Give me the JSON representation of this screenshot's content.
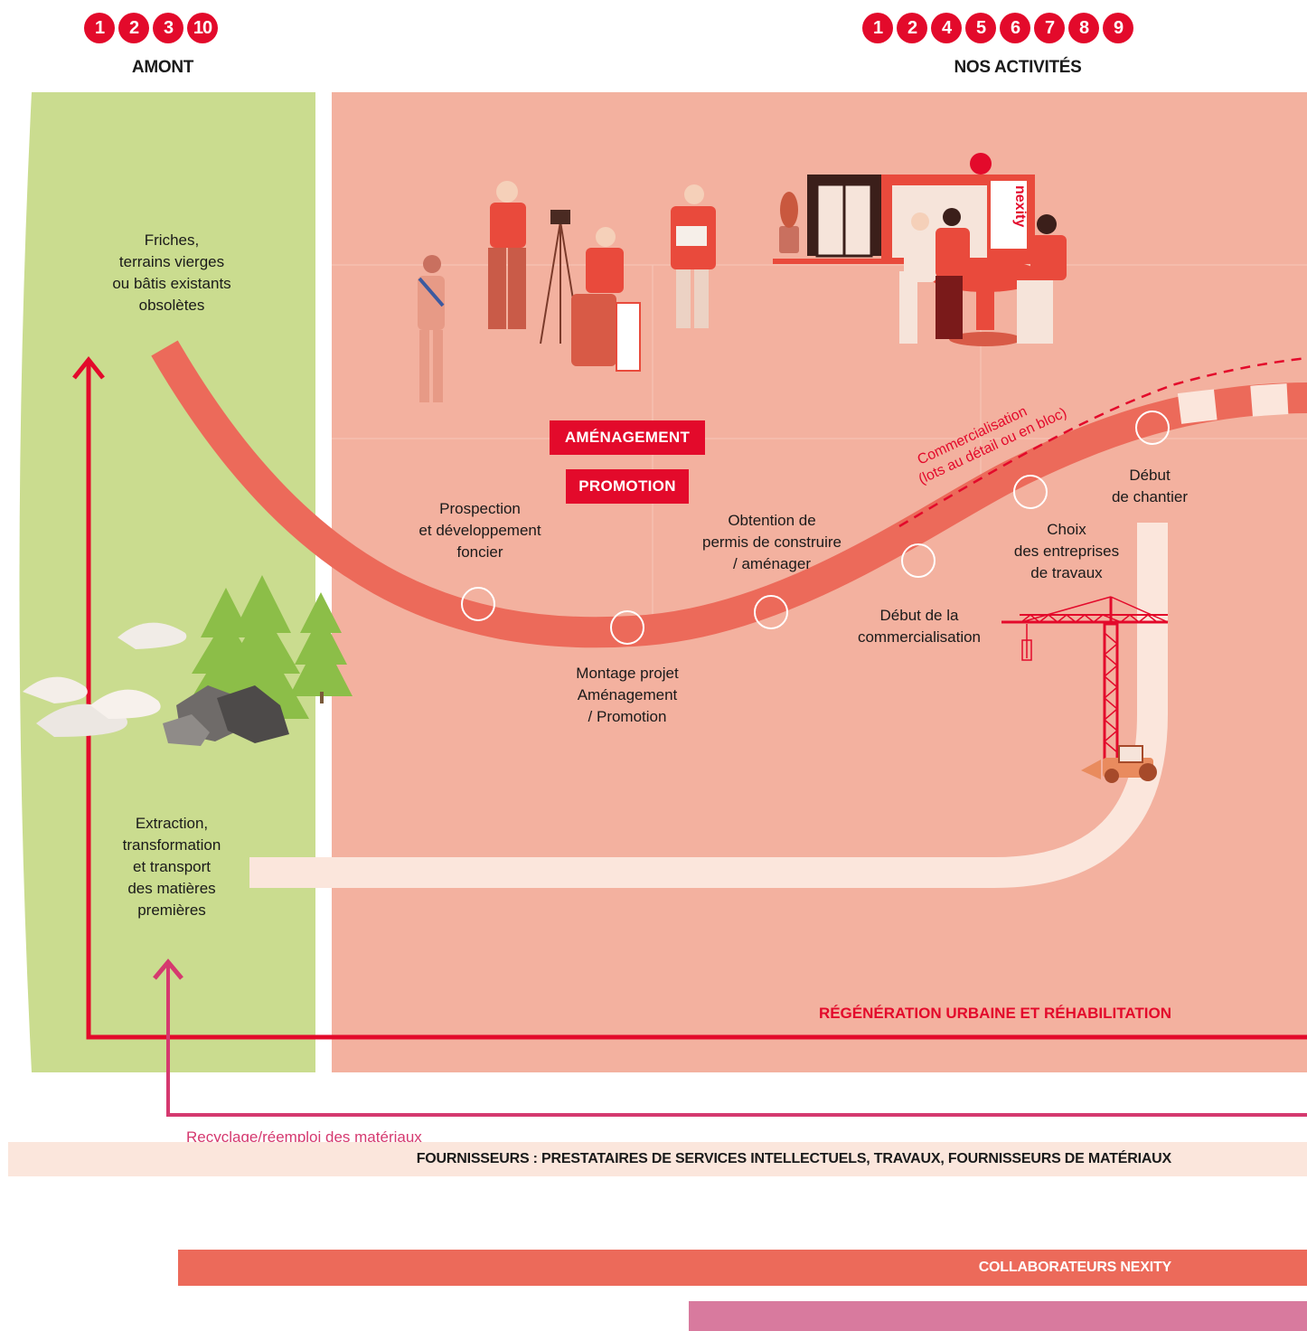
{
  "amont": {
    "badges": [
      "1",
      "2",
      "3",
      "10"
    ],
    "title": "AMONT",
    "label_friches": [
      "Friches,",
      "terrains vierges",
      "ou bâtis existants",
      "obsolètes"
    ],
    "label_extraction": [
      "Extraction,",
      "transformation",
      "et transport",
      "des matières",
      "premières"
    ]
  },
  "activites": {
    "badges": [
      "1",
      "2",
      "4",
      "5",
      "6",
      "7",
      "8",
      "9"
    ],
    "title": "NOS ACTIVITÉS"
  },
  "tags": {
    "amenagement": "AMÉNAGEMENT",
    "promotion": "PROMOTION"
  },
  "steps": {
    "prospection": [
      "Prospection",
      "et développement",
      "foncier"
    ],
    "montage": [
      "Montage projet",
      "Aménagement",
      "/ Promotion"
    ],
    "permis": [
      "Obtention de",
      "permis de construire",
      "/ aménager"
    ],
    "commercialisation_debut": [
      "Début de la",
      "commercialisation"
    ],
    "choix": [
      "Choix",
      "des entreprises",
      "de travaux"
    ],
    "chantier": [
      "Début",
      "de chantier"
    ]
  },
  "commercialisation_note": [
    "Commercialisation",
    "(lots au détail ou en bloc)"
  ],
  "sign_text": "nexity",
  "regeneration": "RÉGÉNÉRATION URBAINE ET RÉHABILITATION",
  "recyclage": "Recyclage/réemploi des matériaux",
  "bands": {
    "fournisseurs": "FOURNISSEURS : PRESTATAIRES DE SERVICES INTELLECTUELS, TRAVAUX, FOURNISSEURS DE MATÉRIAUX",
    "collaborateurs": "COLLABORATEURS NEXITY"
  },
  "colors": {
    "green_bg": "#cadc8f",
    "salmon_bg": "#f3b19f",
    "coral": "#ec6a5a",
    "red": "#e30a2b",
    "cream": "#fbe6dc",
    "magenta": "#d5396f",
    "pink_band": "#d87a9e"
  }
}
